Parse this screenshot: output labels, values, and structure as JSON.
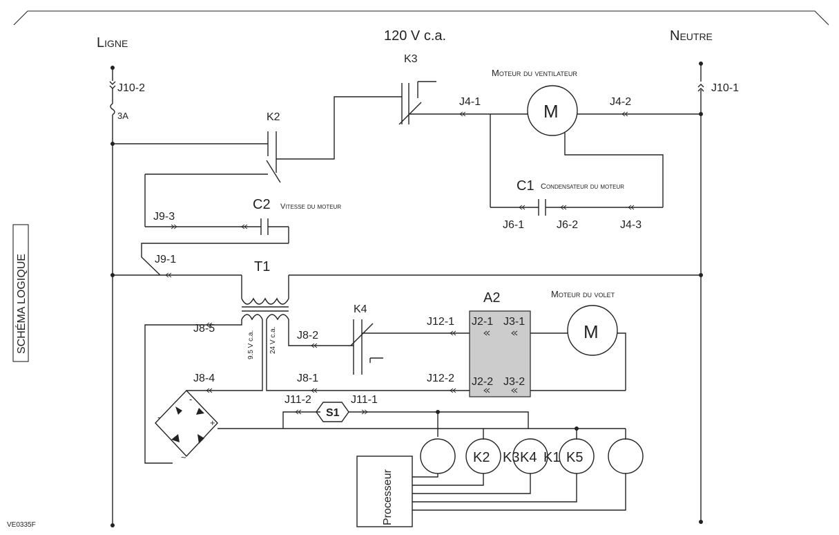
{
  "rails": {
    "line": "Ligne",
    "neutral": "Neutre",
    "supply": "120 V c.a."
  },
  "side_label": "SCHÉMA LOGIQUE",
  "drawing_code": "VE0335F",
  "components": {
    "fuse": "3A",
    "k2": "K2",
    "k3": "K3",
    "k4": "K4",
    "fan_motor_label": "Moteur du ventilateur",
    "motor_symbol": "M",
    "c1": "C1",
    "c1_desc": "Condensateur du moteur",
    "c2": "C2",
    "c2_desc": "Vitesse du moteur",
    "t1": "T1",
    "t1_sec1": "9.5 V c.a.",
    "t1_sec2": "24 V c.a.",
    "a2": "A2",
    "damper_motor_label": "Moteur du volet",
    "s1": "S1",
    "processor": "Processeur",
    "coils": [
      "",
      "K2",
      "K3",
      "K4",
      "K1",
      "K5",
      ""
    ],
    "diode_minus": "-",
    "diode_plus": "+",
    "diode_ac": "~"
  },
  "connectors": {
    "j10_2": "J10-2",
    "j10_1": "J10-1",
    "j4_1": "J4-1",
    "j4_2": "J4-2",
    "j4_3": "J4-3",
    "j6_1": "J6-1",
    "j6_2": "J6-2",
    "j9_3": "J9-3",
    "j9_1": "J9-1",
    "j8_5": "J8-5",
    "j8_4": "J8-4",
    "j8_2": "J8-2",
    "j8_1": "J8-1",
    "j12_1": "J12-1",
    "j12_2": "J12-2",
    "j2_1": "J2-1",
    "j3_1": "J3-1",
    "j2_2": "J2-2",
    "j3_2": "J3-2",
    "j11_2": "J11-2",
    "j11_1": "J11-1"
  },
  "colors": {
    "ink": "#222222",
    "a2_fill": "#cccccc"
  }
}
